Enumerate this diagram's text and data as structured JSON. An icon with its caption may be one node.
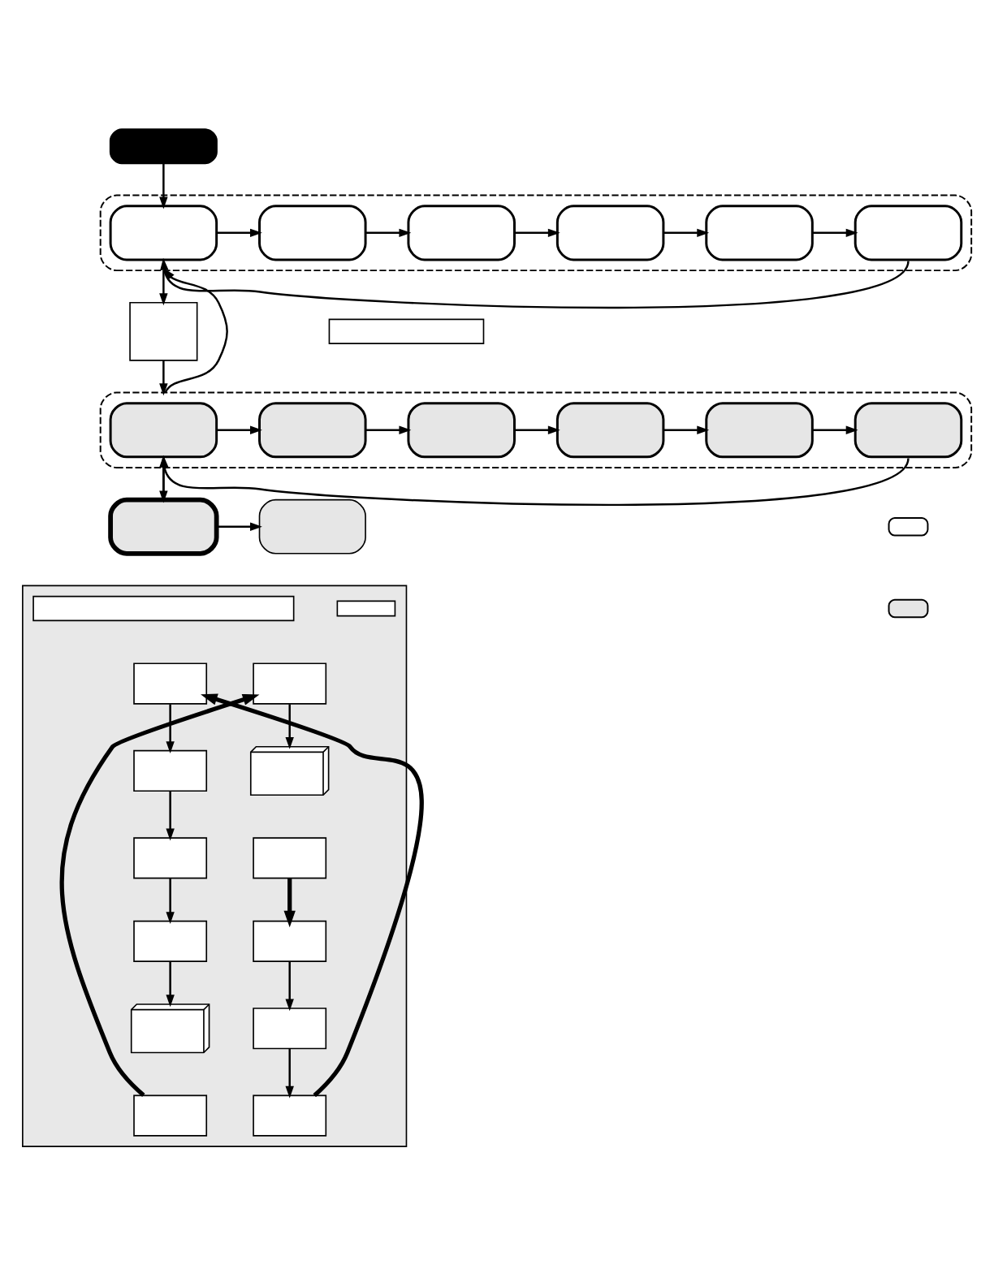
{
  "diagram": {
    "nodes": [
      {
        "text": [],
        "shape": "box"
      },
      {
        "text": [],
        "shape": "box"
      },
      {
        "text": [],
        "shape": "box",
        "in": 1
      },
      {
        "text": [],
        "shape": "box",
        "in": 1
      },
      {
        "text": [],
        "shape": "box",
        "in": 1
      },
      {
        "text": [],
        "shape": "box",
        "in": 1
      },
      {
        "text": [],
        "shape": "box",
        "in": 1
      },
      {
        "text": [],
        "shape": "box",
        "in": 1
      },
      {
        "text": [],
        "shape": "box"
      },
      {
        "text": [],
        "shape": "box"
      },
      {
        "text": [],
        "shape": "box"
      },
      {
        "text": [],
        "shape": "box",
        "in": 10
      },
      {
        "text": [],
        "shape": "box",
        "in": 10
      },
      {
        "text": [],
        "shape": "box",
        "in": 10
      },
      {
        "text": [],
        "shape": "box",
        "in": 10
      },
      {
        "text": [],
        "shape": "box",
        "in": 10
      },
      {
        "text": [],
        "shape": "box",
        "in": 10
      },
      {
        "text": [],
        "shape": "box"
      },
      {
        "text": [],
        "shape": "box"
      },
      {
        "text": [],
        "shape": "box"
      },
      {
        "text": [],
        "shape": "box"
      },
      {
        "text": [],
        "shape": "box"
      },
      {
        "text": [],
        "shape": "box",
        "in": 21
      },
      {
        "text": [],
        "shape": "box",
        "in": 21
      },
      {
        "text": [],
        "shape": "box",
        "in": 21
      },
      {
        "text": [],
        "shape": "box",
        "in": 21
      },
      {
        "text": [],
        "shape": "box",
        "in": 21
      },
      {
        "text": [],
        "shape": "box",
        "in": 21
      },
      {
        "text": [],
        "shape": "box",
        "in": 21
      },
      {
        "text": [],
        "shape": "box",
        "in": 21
      },
      {
        "text": [],
        "shape": "box",
        "in": 21
      },
      {
        "text": [],
        "shape": "box",
        "in": 21
      },
      {
        "text": [],
        "shape": "box",
        "in": 21
      },
      {
        "text": [],
        "shape": "box",
        "in": 21
      },
      {
        "text": [],
        "shape": "box",
        "in": 21
      },
      {
        "text": [],
        "shape": "box",
        "in": 21
      }
    ],
    "edges": [
      {
        "from": 0,
        "to": 2,
        "arrow": "to"
      },
      {
        "from": 2,
        "to": 3,
        "arrow": "to"
      },
      {
        "from": 3,
        "to": 4,
        "arrow": "to"
      },
      {
        "from": 4,
        "to": 5,
        "arrow": "to"
      },
      {
        "from": 5,
        "to": 6,
        "arrow": "to"
      },
      {
        "from": 6,
        "to": 7,
        "arrow": "to"
      },
      {
        "from": 7,
        "to": 2,
        "arrow": "to"
      },
      {
        "from": 1,
        "to": 8,
        "arrow": "to"
      },
      {
        "from": 8,
        "to": 10,
        "arrow": "to"
      },
      {
        "from": 10,
        "to": 1,
        "arrow": "to"
      },
      {
        "from": 11,
        "to": 12,
        "arrow": "to"
      },
      {
        "from": 12,
        "to": 13,
        "arrow": "to"
      },
      {
        "from": 13,
        "to": 14,
        "arrow": "to"
      },
      {
        "from": 14,
        "to": 15,
        "arrow": "to"
      },
      {
        "from": 15,
        "to": 16,
        "arrow": "to"
      },
      {
        "from": 16,
        "to": 11,
        "arrow": "to"
      },
      {
        "from": 17,
        "to": 11,
        "arrow": "to"
      },
      {
        "from": 11,
        "to": 17,
        "arrow": "to"
      },
      {
        "from": 17,
        "to": 18,
        "arrow": "to"
      },
      {
        "from": 35,
        "to": 24,
        "arrow": "to",
        "style": "thick"
      },
      {
        "from": 24,
        "to": 25,
        "arrow": "to"
      },
      {
        "from": 25,
        "to": 26,
        "arrow": "to"
      },
      {
        "from": 26,
        "to": 27,
        "arrow": "to"
      },
      {
        "from": 27,
        "to": 28,
        "arrow": "to"
      },
      {
        "from": 29,
        "to": 30,
        "arrow": "to",
        "style": "thick"
      },
      {
        "from": 30,
        "to": 31,
        "arrow": "to"
      },
      {
        "from": 32,
        "to": 33,
        "arrow": "to",
        "style": "thick"
      },
      {
        "from": 33,
        "to": 34,
        "arrow": "to"
      },
      {
        "from": 34,
        "to": 35,
        "arrow": "to"
      }
    ]
  }
}
